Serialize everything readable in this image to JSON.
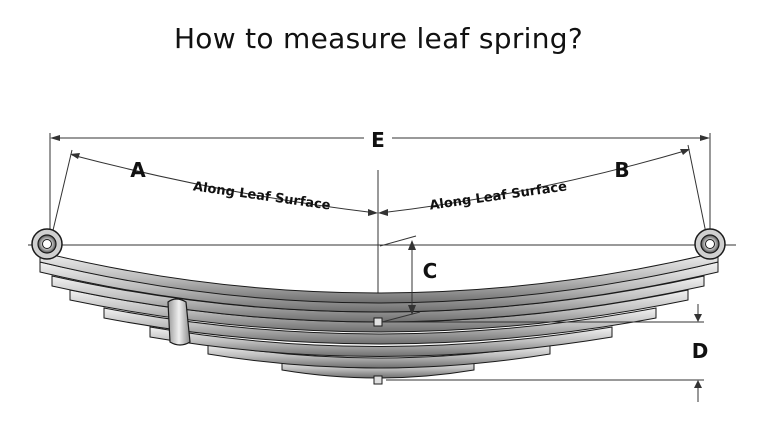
{
  "title": "How to measure leaf spring?",
  "labels": {
    "a": "A",
    "b": "B",
    "c": "C",
    "d": "D",
    "e": "E",
    "along_left": "Along Leaf Surface",
    "along_right": "Along Leaf Surface"
  },
  "colors": {
    "line": "#333333",
    "leaf_light": "#d9d9d9",
    "leaf_dark": "#5a5a5a",
    "outline": "#1a1a1a"
  },
  "icons": [
    "left-eye-bushing",
    "right-eye-bushing",
    "center-bolt",
    "leaf-clamp"
  ]
}
